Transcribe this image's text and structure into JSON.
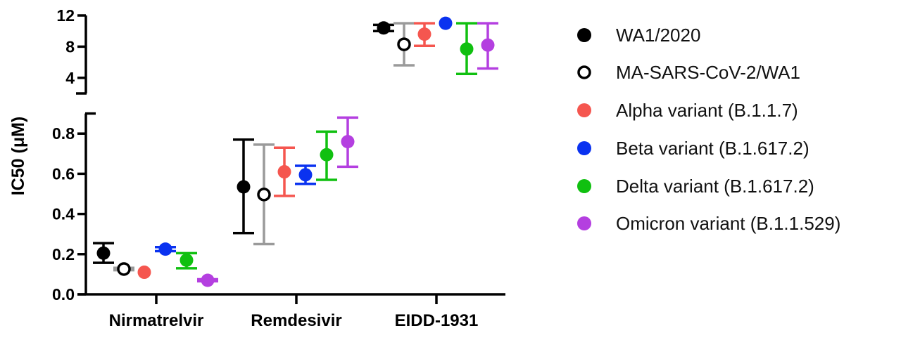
{
  "chart_data": {
    "type": "scatter",
    "subtype": "dot-plot-with-error-bars-broken-y-axis",
    "title": "",
    "ylabel": "IC50 (μM)",
    "xlabel": "",
    "categories": [
      "Nirmatrelvir",
      "Remdesivir",
      "EIDD-1931"
    ],
    "y_axis_segments": [
      {
        "name": "lower",
        "range": [
          0.0,
          0.9
        ],
        "ticks": [
          0.0,
          0.2,
          0.4,
          0.6,
          0.8
        ],
        "tick_labels": [
          "0.0",
          "0.2",
          "0.4",
          "0.6",
          "0.8"
        ]
      },
      {
        "name": "upper",
        "range": [
          2,
          12
        ],
        "ticks": [
          4,
          8,
          12
        ],
        "tick_labels": [
          "4",
          "8",
          "12"
        ]
      }
    ],
    "grid": false,
    "legend_position": "right",
    "series": [
      {
        "name": "WA1/2020",
        "color": "#000000",
        "marker": "filled",
        "errcolor": "#000000",
        "values": [
          0.205,
          0.535,
          10.4
        ],
        "err_low": [
          0.157,
          0.305,
          10.0
        ],
        "err_high": [
          0.255,
          0.77,
          10.8
        ]
      },
      {
        "name": "MA-SARS-CoV-2/WA1",
        "color": "#000000",
        "marker": "open",
        "errcolor": "#9a9a9a",
        "values": [
          0.126,
          0.497,
          8.3
        ],
        "err_low": [
          0.12,
          0.25,
          5.6
        ],
        "err_high": [
          0.132,
          0.745,
          11.0
        ]
      },
      {
        "name": "Alpha variant (B.1.1.7)",
        "color": "#f5564f",
        "marker": "filled",
        "errcolor": "#f5564f",
        "values": [
          0.11,
          0.61,
          9.6
        ],
        "err_low": [
          0.11,
          0.49,
          8.1
        ],
        "err_high": [
          0.11,
          0.73,
          11.0
        ]
      },
      {
        "name": "Beta variant (B.1.617.2)",
        "color": "#0a32f0",
        "marker": "filled",
        "errcolor": "#0a32f0",
        "values": [
          0.225,
          0.595,
          11.0
        ],
        "err_low": [
          0.215,
          0.55,
          11.0
        ],
        "err_high": [
          0.235,
          0.64,
          11.0
        ]
      },
      {
        "name": "Delta variant (B.1.617.2)",
        "color": "#10c010",
        "marker": "filled",
        "errcolor": "#10c010",
        "values": [
          0.17,
          0.695,
          7.7
        ],
        "err_low": [
          0.13,
          0.57,
          4.5
        ],
        "err_high": [
          0.205,
          0.81,
          11.0
        ]
      },
      {
        "name": "Omicron variant (B.1.1.529)",
        "color": "#b43fe0",
        "marker": "filled",
        "errcolor": "#b43fe0",
        "values": [
          0.07,
          0.76,
          8.2
        ],
        "err_low": [
          0.065,
          0.635,
          5.2
        ],
        "err_high": [
          0.075,
          0.88,
          11.0
        ]
      }
    ]
  }
}
